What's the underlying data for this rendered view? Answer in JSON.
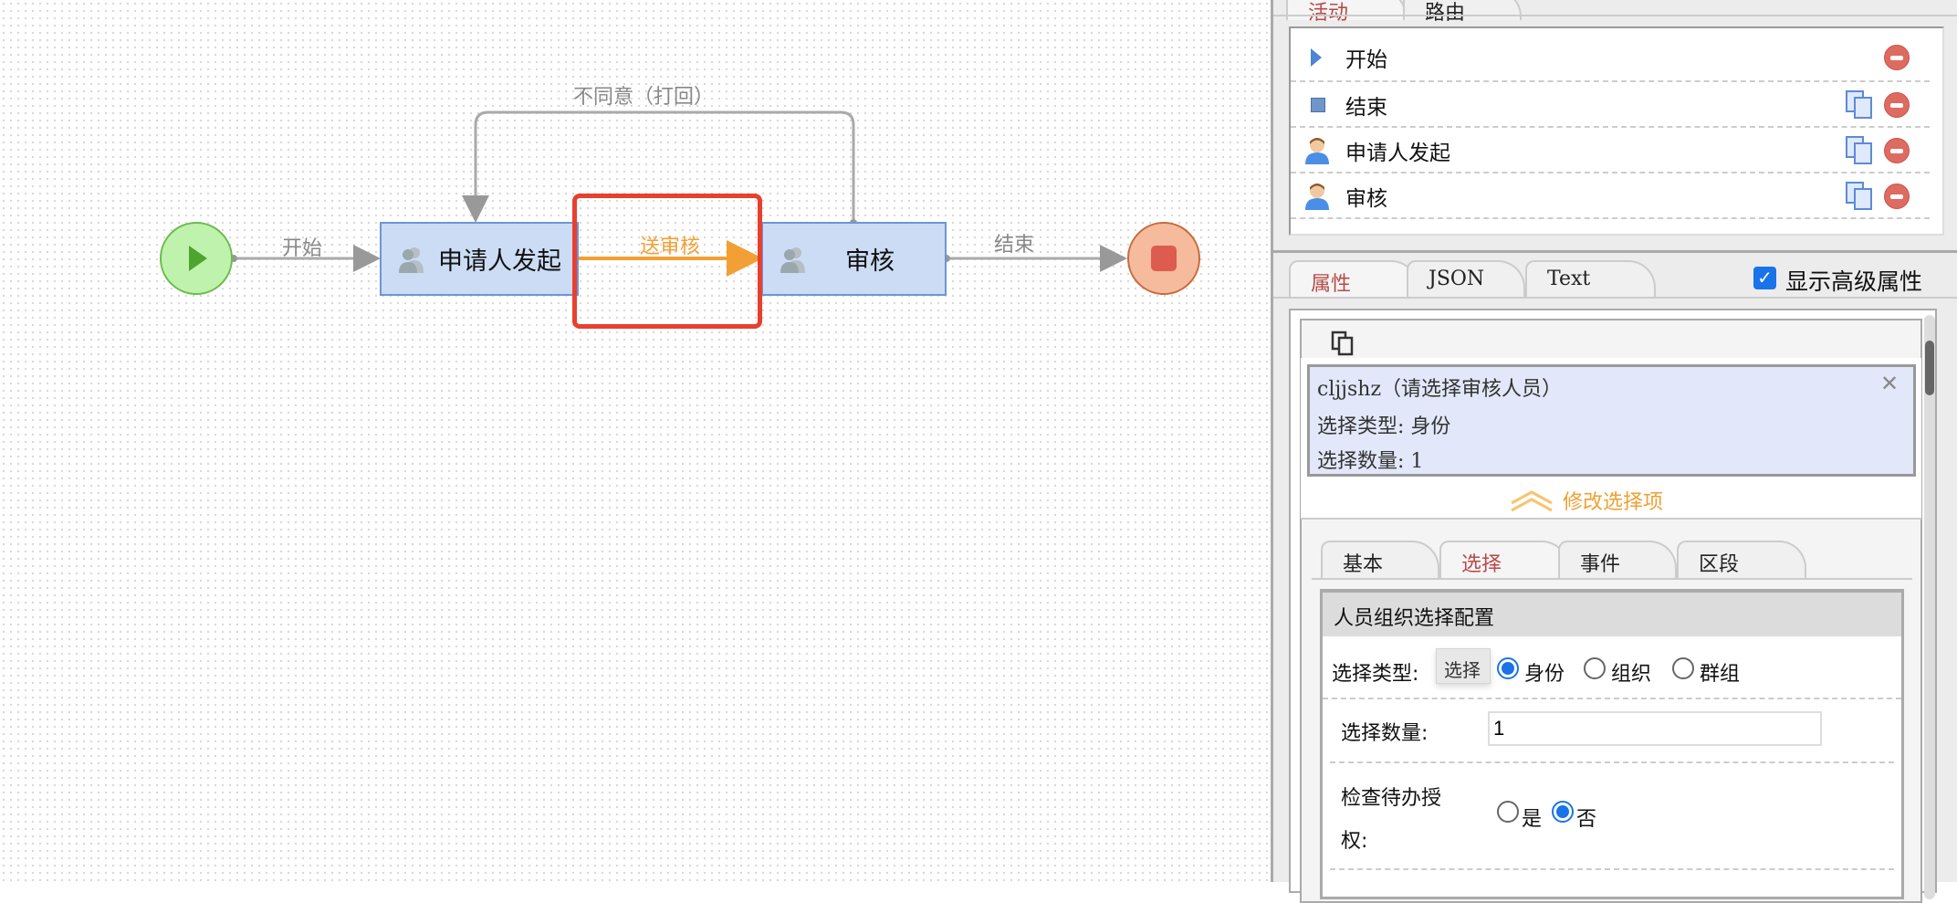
{
  "diagram": {
    "nodes": {
      "start": {
        "icon": "play-icon",
        "color": "#bff2ad"
      },
      "applicant": {
        "label": "申请人发起",
        "icon": "users-icon"
      },
      "review": {
        "label": "审核",
        "icon": "users-icon"
      },
      "end": {
        "icon": "stop-icon",
        "color": "#f5bb9c"
      }
    },
    "edges": {
      "start_edge": "开始",
      "submit_edge": "送审核",
      "end_edge": "结束",
      "reject_edge": "不同意（打回）"
    },
    "highlight_color": "#e8402e",
    "selected_edge_color": "#f2a035"
  },
  "panel": {
    "top_tabs": [
      {
        "label": "活动",
        "active": true
      },
      {
        "label": "路由",
        "active": false
      }
    ],
    "activities": [
      {
        "name": "开始",
        "icon": "start-triangle-icon"
      },
      {
        "name": "结束",
        "icon": "end-square-icon"
      },
      {
        "name": "申请人发起",
        "icon": "person-icon"
      },
      {
        "name": "审核",
        "icon": "person-icon"
      }
    ],
    "prop_tabs": [
      {
        "label": "属性",
        "active": true
      },
      {
        "label": "JSON"
      },
      {
        "label": "Text"
      }
    ],
    "show_advanced": {
      "label": "显示高级属性",
      "checked": true
    },
    "selection": {
      "title": "cljjshz（请选择审核人员）",
      "type_line": "选择类型: 身份",
      "count_line": "选择数量: 1",
      "modify_label": "修改选择项"
    },
    "sub_tabs": [
      {
        "label": "基本"
      },
      {
        "label": "选择",
        "active": true
      },
      {
        "label": "事件"
      },
      {
        "label": "区段"
      }
    ],
    "config": {
      "header": "人员组织选择配置",
      "type_label": "选择类型:",
      "tooltip": "选择",
      "type_options": [
        {
          "label": "身份",
          "checked": true
        },
        {
          "label": "组织"
        },
        {
          "label": "群组"
        }
      ],
      "count_label": "选择数量:",
      "count_value": "1",
      "check_label_1": "检查待办授",
      "check_label_2": "权:",
      "check_options": [
        {
          "label": "是"
        },
        {
          "label": "否",
          "checked": true
        }
      ]
    }
  }
}
